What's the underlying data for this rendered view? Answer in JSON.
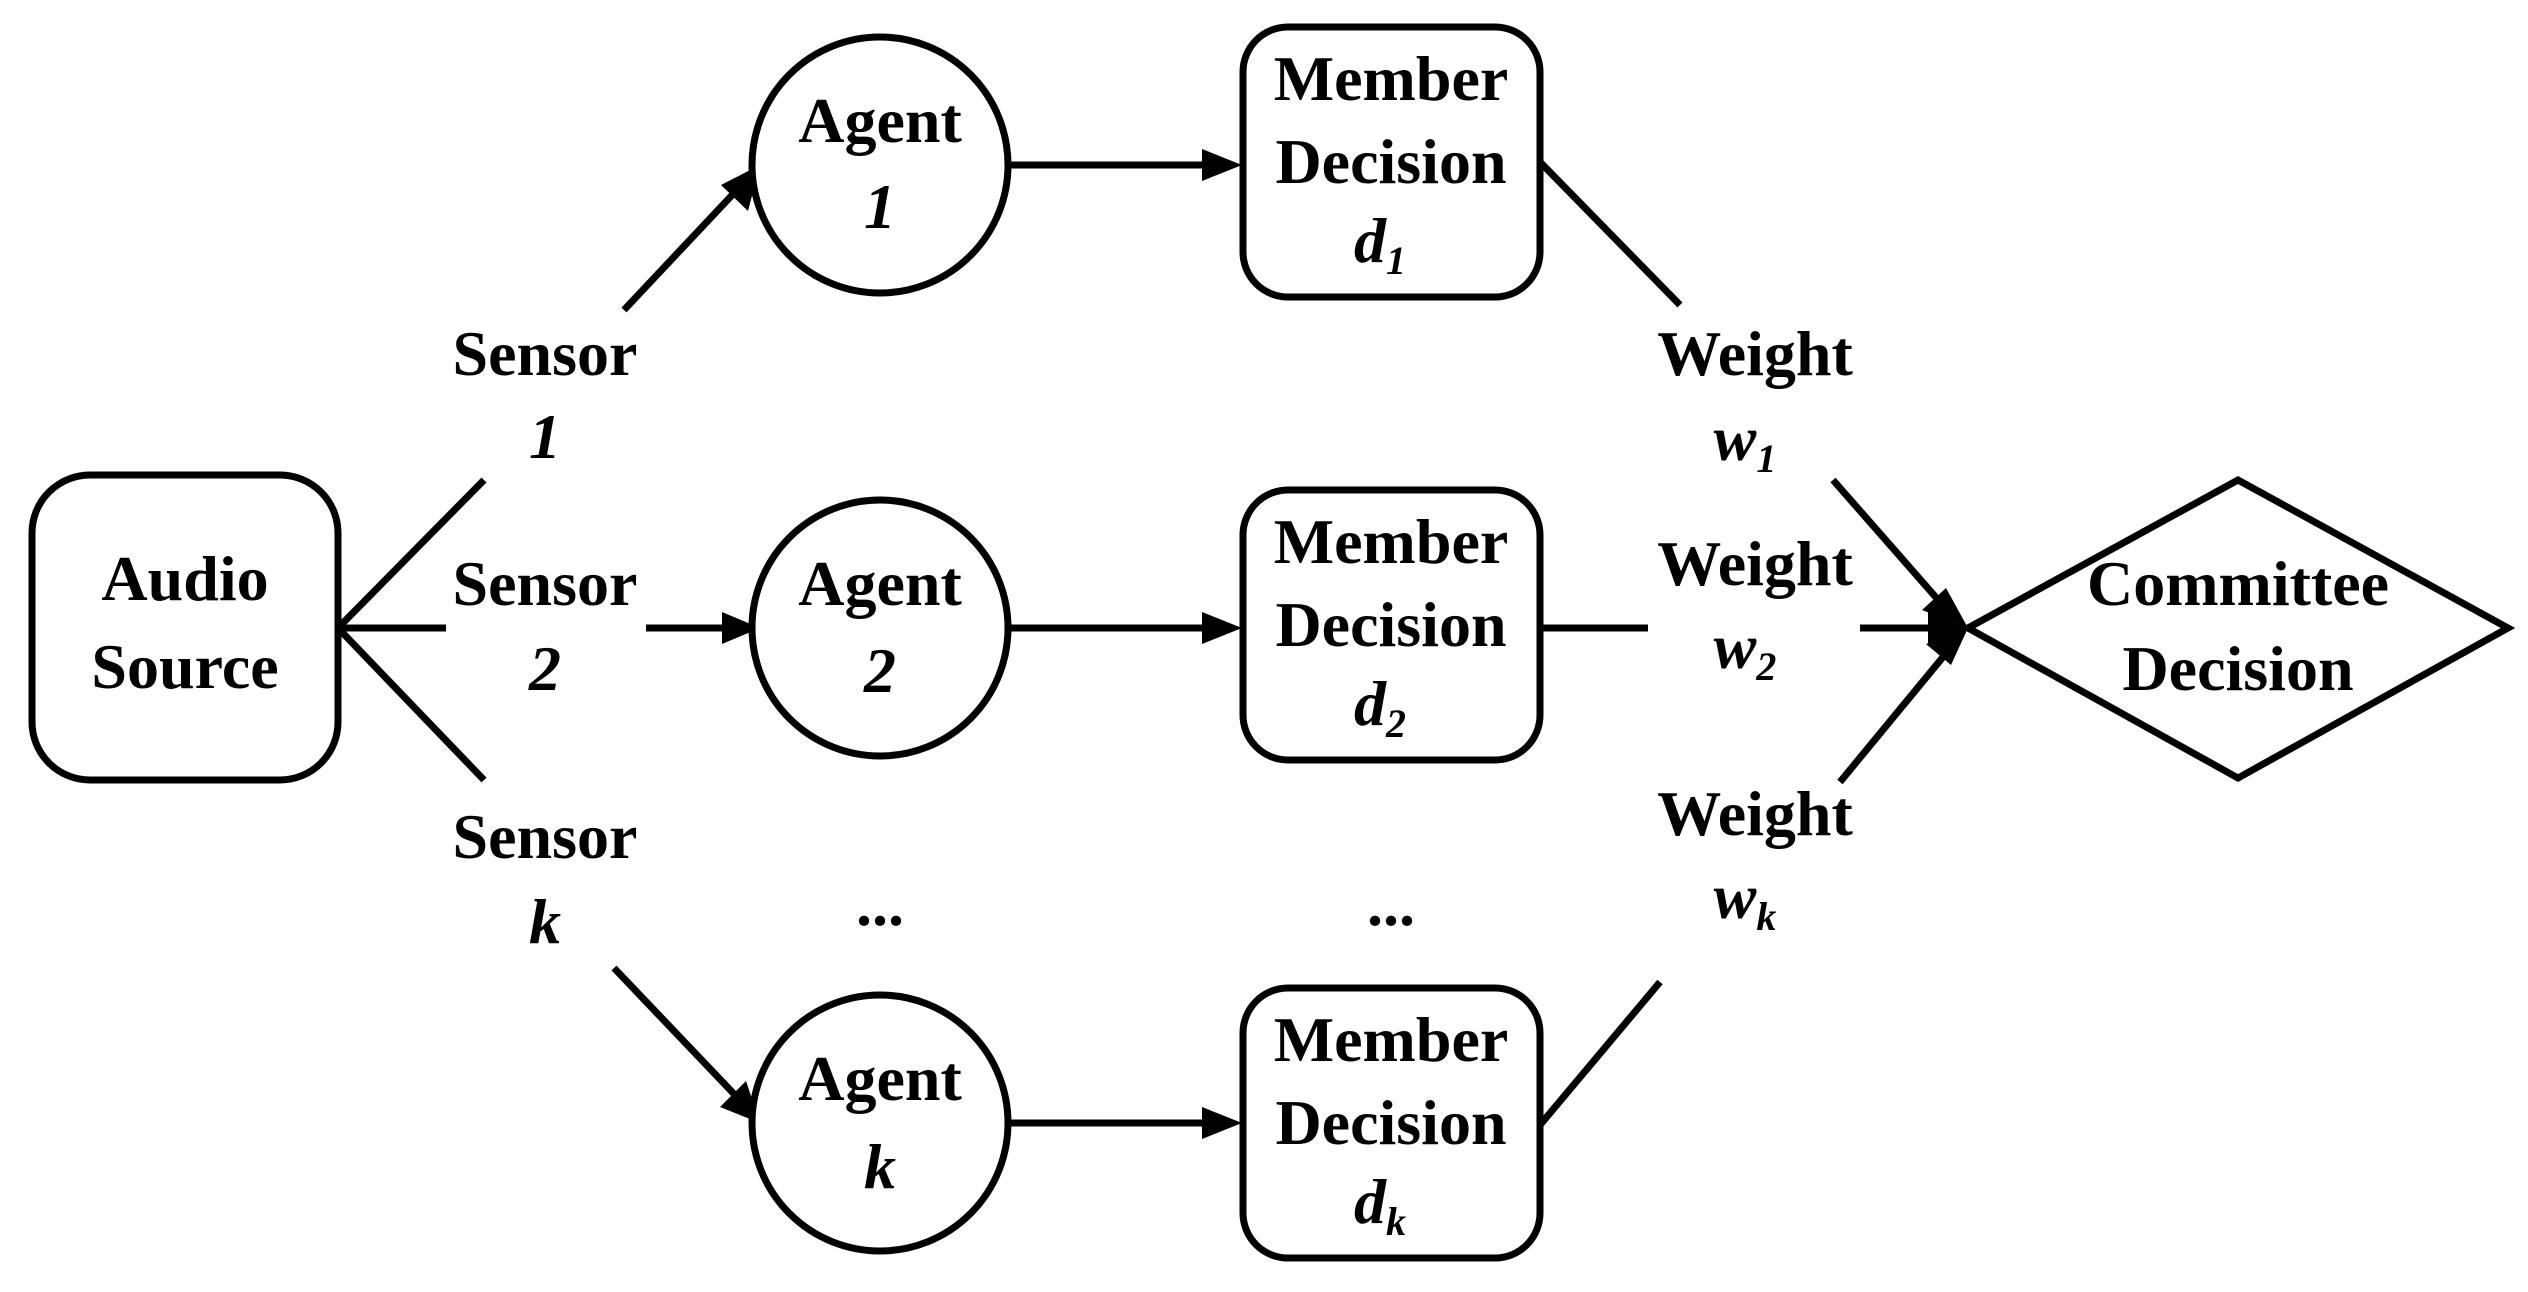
{
  "diagram": {
    "source": {
      "line1": "Audio",
      "line2": "Source"
    },
    "sensors": [
      {
        "label": "Sensor",
        "index": "1"
      },
      {
        "label": "Sensor",
        "index": "2"
      },
      {
        "label": "Sensor",
        "index": "k"
      }
    ],
    "agents": [
      {
        "label": "Agent",
        "index": "1"
      },
      {
        "label": "Agent",
        "index": "2"
      },
      {
        "label": "Agent",
        "index": "k"
      }
    ],
    "members": [
      {
        "line1": "Member",
        "line2": "Decision",
        "var": "d",
        "sub": "1"
      },
      {
        "line1": "Member",
        "line2": "Decision",
        "var": "d",
        "sub": "2"
      },
      {
        "line1": "Member",
        "line2": "Decision",
        "var": "d",
        "sub": "k"
      }
    ],
    "weights": [
      {
        "label": "Weight",
        "var": "w",
        "sub": "1"
      },
      {
        "label": "Weight",
        "var": "w",
        "sub": "2"
      },
      {
        "label": "Weight",
        "var": "w",
        "sub": "k"
      }
    ],
    "ellipsis": {
      "agents": "...",
      "members": "..."
    },
    "committee": {
      "line1": "Committee",
      "line2": "Decision"
    }
  }
}
